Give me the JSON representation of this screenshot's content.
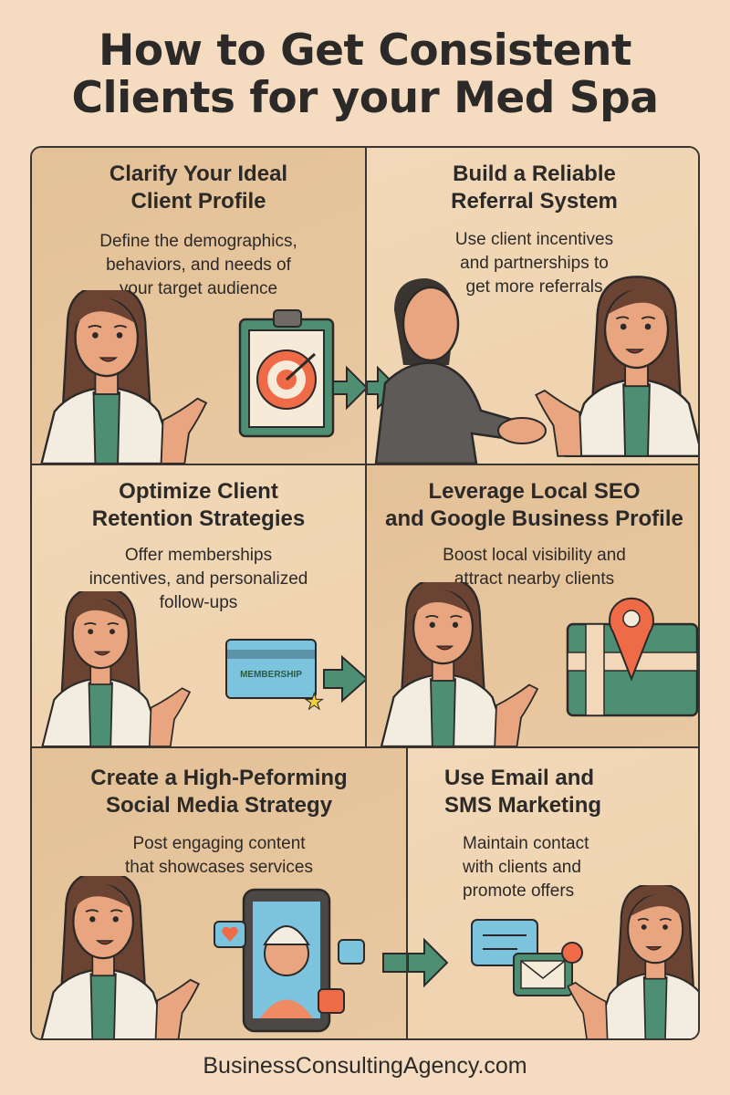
{
  "title": {
    "line1": "How to Get Consistent",
    "line2": "Clients for your Med Spa"
  },
  "panels": [
    {
      "heading1": "Clarify Your Ideal",
      "heading2": "Client Profile",
      "desc": [
        "Define the demographics,",
        "behaviors, and needs of",
        "your target audience"
      ]
    },
    {
      "heading1": "Build a Reliable",
      "heading2": "Referral System",
      "desc": [
        "Use client incentives",
        "and partnerships to",
        "get more referrals"
      ]
    },
    {
      "heading1": "Optimize Client",
      "heading2": "Retention Strategies",
      "desc": [
        "Offer memberships",
        "incentives, and personalized",
        "follow-ups"
      ],
      "card_label": "MEMBERSHIP"
    },
    {
      "heading1": "Leverage Local SEO",
      "heading2": "and Google Business Profile",
      "desc": [
        "Boost local visibility and",
        "attract nearby clients"
      ]
    },
    {
      "heading1": "Create a High-Peforming",
      "heading2": "Social Media Strategy",
      "desc": [
        "Post engaging content",
        "that showcases services"
      ]
    },
    {
      "heading1": "Use Email and",
      "heading2": "SMS Marketing",
      "desc": [
        "Maintain contact",
        "with clients and",
        "promote offers"
      ]
    }
  ],
  "footer": "BusinessConsultingAgency.com",
  "colors": {
    "background": "#f5dcc1",
    "green": "#4e8f74",
    "orange": "#ef6a47",
    "blue": "#7cc3dd",
    "hair": "#6b4332",
    "skin": "#e9a57f"
  }
}
